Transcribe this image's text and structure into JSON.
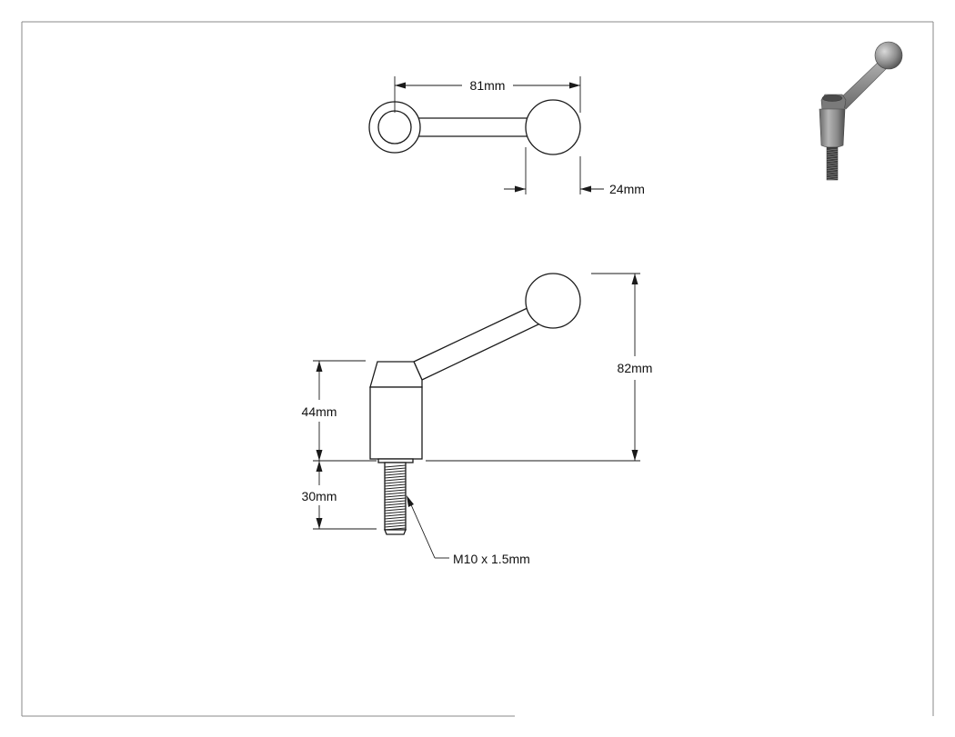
{
  "drawing": {
    "dimensions": {
      "top_width": "81mm",
      "top_ball_diameter": "24mm",
      "side_total_height": "82mm",
      "side_body_height": "44mm",
      "side_thread_length": "30mm",
      "thread_spec": "M10 x 1.5mm"
    },
    "views": {
      "top_view": "top-view",
      "side_view": "side-view",
      "iso_view": "isometric-view"
    },
    "colors": {
      "line": "#1a1a1a",
      "frame": "#8a8a8a",
      "iso_dark": "#5a5a5a",
      "iso_mid": "#8c8c8c",
      "iso_light": "#c8c8c8"
    }
  }
}
